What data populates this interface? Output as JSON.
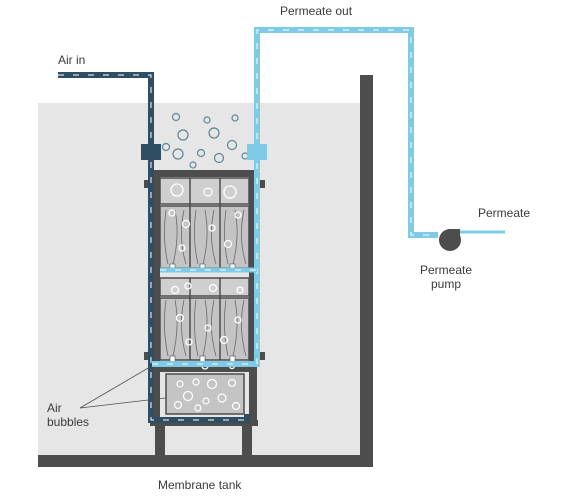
{
  "labels": {
    "air_in": "Air in",
    "permeate_out": "Permeate out",
    "permeate": "Permeate",
    "permeate_pump_line1": "Permeate",
    "permeate_pump_line2": "pump",
    "air_bubbles_line1": "Air",
    "air_bubbles_line2": "bubbles",
    "membrane_tank": "Membrane tank"
  },
  "colors": {
    "tank_water": "#e6e6e6",
    "tank_wall": "#4d4d4d",
    "air_pipe": "#2f4d63",
    "permeate_pipe": "#7fcbe6",
    "membrane_fill": "#c4c4c4",
    "bubble_stroke": "#5b8796"
  }
}
